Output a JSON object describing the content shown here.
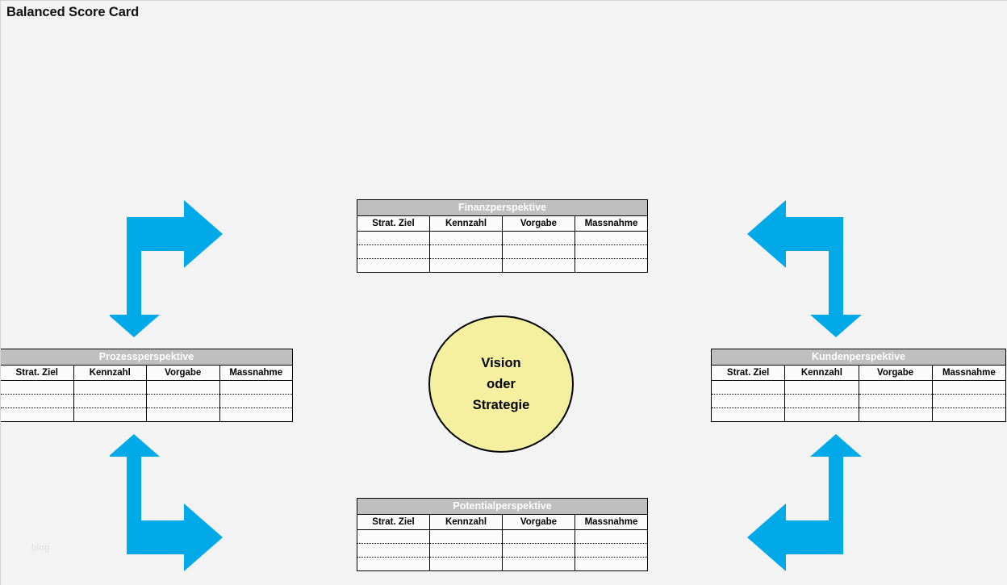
{
  "page": {
    "title": "Balanced Score Card",
    "watermark": "blog",
    "background_color": "#f3f3f3",
    "arrow_color": "#00a9e8",
    "header_fill_color": "#bfbfbf",
    "header_text_color": "#ffffff",
    "circle_fill_color": "#f5f0a0",
    "circle_border_color": "#000000"
  },
  "center": {
    "line1": "Vision",
    "line2": "oder",
    "line3": "Strategie"
  },
  "columns": [
    "Strat. Ziel",
    "Kennzahl",
    "Vorgabe",
    "Massnahme"
  ],
  "tables": {
    "finanz": {
      "title": "Finanzperspektive",
      "columns": [
        "Strat. Ziel",
        "Kennzahl",
        "Vorgabe",
        "Massnahme"
      ],
      "rows": [
        [
          "",
          "",
          "",
          ""
        ],
        [
          "",
          "",
          "",
          ""
        ],
        [
          "",
          "",
          "",
          ""
        ]
      ]
    },
    "prozess": {
      "title": "Prozessperspektive",
      "columns": [
        "Strat. Ziel",
        "Kennzahl",
        "Vorgabe",
        "Massnahme"
      ],
      "rows": [
        [
          "",
          "",
          "",
          ""
        ],
        [
          "",
          "",
          "",
          ""
        ],
        [
          "",
          "",
          "",
          ""
        ]
      ]
    },
    "kunden": {
      "title": "Kundenperspektive",
      "columns": [
        "Strat. Ziel",
        "Kennzahl",
        "Vorgabe",
        "Massnahme"
      ],
      "rows": [
        [
          "",
          "",
          "",
          ""
        ],
        [
          "",
          "",
          "",
          ""
        ],
        [
          "",
          "",
          "",
          ""
        ]
      ]
    },
    "potential": {
      "title": "Potentialperspektive",
      "columns": [
        "Strat. Ziel",
        "Kennzahl",
        "Vorgabe",
        "Massnahme"
      ],
      "rows": [
        [
          "",
          "",
          "",
          ""
        ],
        [
          "",
          "",
          "",
          ""
        ],
        [
          "",
          "",
          "",
          ""
        ]
      ]
    }
  },
  "arrows": [
    {
      "name": "arrow-top-left",
      "from": "prozess",
      "to": "finanz",
      "direction": "right-then-down-bidirectional"
    },
    {
      "name": "arrow-top-right",
      "from": "finanz",
      "to": "kunden",
      "direction": "left-then-down-bidirectional"
    },
    {
      "name": "arrow-bottom-left",
      "from": "prozess",
      "to": "potential",
      "direction": "up-then-right-bidirectional"
    },
    {
      "name": "arrow-bottom-right",
      "from": "potential",
      "to": "kunden",
      "direction": "left-then-up-bidirectional"
    }
  ]
}
